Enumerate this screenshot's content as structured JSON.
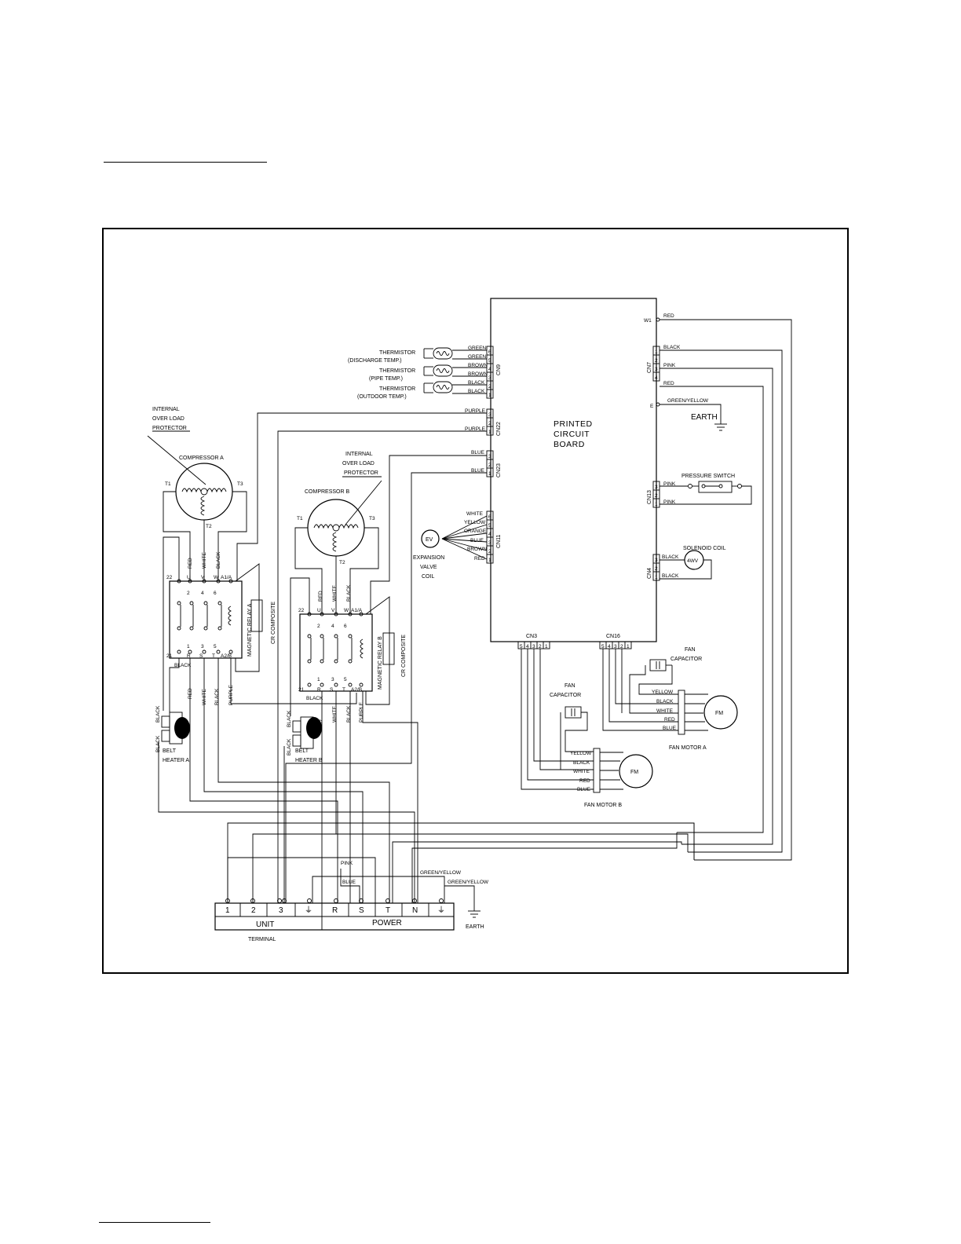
{
  "pcb": {
    "label_lines": [
      "PRINTED",
      "CIRCUIT",
      "BOARD"
    ],
    "connectors": {
      "cn9": "CN9",
      "cn22": "CN22",
      "cn23": "CN23",
      "cn11": "CN11",
      "cn7": "CN7",
      "cn13": "CN13",
      "cn4": "CN4",
      "cn3": "CN3",
      "cn16": "CN16",
      "w1": "W1",
      "e": "E"
    }
  },
  "thermistors": [
    {
      "line1": "THERMISTOR",
      "line2": "(DISCHARGE TEMP.)",
      "wires": [
        "GREEN",
        "GREEN"
      ],
      "pins": [
        "6",
        "5"
      ]
    },
    {
      "line1": "THERMISTOR",
      "line2": "(PIPE TEMP.)",
      "wires": [
        "BROWN",
        "BROWN"
      ],
      "pins": [
        "4",
        "3"
      ]
    },
    {
      "line1": "THERMISTOR",
      "line2": "(OUTDOOR TEMP.)",
      "wires": [
        "BLACK",
        "BLACK"
      ],
      "pins": [
        "2",
        "1"
      ]
    }
  ],
  "cn22_wires": [
    "PURPLE",
    "PURPLE"
  ],
  "cn23_wires": [
    "BLUE",
    "BLUE"
  ],
  "cn11_wires": [
    "WHITE",
    "YELLOW",
    "ORANGE",
    "BLUE",
    "BROWN",
    "RED"
  ],
  "expansion_valve": {
    "symbol": "EV",
    "lines": [
      "EXPANSION",
      "VALVE",
      "COIL"
    ]
  },
  "right_side": {
    "w1_wire": "RED",
    "cn7_wires": [
      "BLACK",
      "PINK",
      "RED"
    ],
    "earth_wire": "GREEN/YELLOW",
    "earth_label": "EARTH",
    "pressure_switch": "PRESSURE SWITCH",
    "cn13_wires": [
      "PINK",
      "PINK"
    ],
    "solenoid": "SOLENOID COIL",
    "solenoid_symbol": "4WV",
    "cn4_wires": [
      "BLACK",
      "BLACK"
    ]
  },
  "compressor_a": {
    "title": "COMPRESSOR A",
    "protector": [
      "INTERNAL",
      "OVER LOAD",
      "PROTECTOR"
    ],
    "terminals": [
      "T1",
      "T2",
      "T3"
    ],
    "wires": [
      "RED",
      "WHITE",
      "BLACK"
    ],
    "relay": "MAGNETIC RELAY A",
    "composite": "CR COMPOSITE",
    "top_row": [
      "22",
      "U",
      "V",
      "W",
      "A1/A"
    ],
    "contacts_top": [
      "2",
      "4",
      "6"
    ],
    "contacts_bottom": [
      "1",
      "3",
      "5"
    ],
    "bottom_row": [
      "21",
      "R",
      "S",
      "T",
      "A2/B"
    ],
    "black_label": "BLACK",
    "lower_wires": [
      "RED",
      "WHITE",
      "BLACK",
      "PURPLE"
    ]
  },
  "compressor_b": {
    "title": "COMPRESSOR B",
    "protector": [
      "INTERNAL",
      "OVER LOAD",
      "PROTECTOR"
    ],
    "terminals": [
      "T1",
      "T2",
      "T3"
    ],
    "wires": [
      "RED",
      "WHITE",
      "BLACK"
    ],
    "relay": "MAGNETIC RELAY B",
    "composite": "CR COMPOSITE",
    "top_row": [
      "22",
      "U",
      "V",
      "W",
      "A1/A"
    ],
    "contacts_top": [
      "2",
      "4",
      "6"
    ],
    "contacts_bottom": [
      "1",
      "3",
      "5"
    ],
    "bottom_row": [
      "21",
      "R",
      "S",
      "T",
      "A2/B"
    ],
    "black_label": "BLACK",
    "lower_wires": [
      "RED",
      "WHITE",
      "BLACK",
      "PURPLE"
    ]
  },
  "belt_heater_a": {
    "lines": [
      "BELT",
      "HEATER A"
    ],
    "wires": [
      "BLACK",
      "BLACK"
    ]
  },
  "belt_heater_b": {
    "lines": [
      "BELT",
      "HEATER B"
    ],
    "wires": [
      "BLACK",
      "BLACK"
    ]
  },
  "fan_a": {
    "capacitor": [
      "FAN",
      "CAPACITOR"
    ],
    "wires": [
      "YELLOW",
      "BLACK",
      "WHITE",
      "RED",
      "BLUE"
    ],
    "motor": "FM",
    "label": "FAN MOTOR A",
    "pins": [
      "5",
      "4",
      "3",
      "2",
      "1"
    ]
  },
  "fan_b": {
    "capacitor": [
      "FAN",
      "CAPACITOR"
    ],
    "wires": [
      "YELLOW",
      "BLACK",
      "WHITE",
      "RED",
      "BLUE"
    ],
    "motor": "FM",
    "label": "FAN MOTOR B",
    "pins": [
      "5",
      "4",
      "3",
      "2",
      "1"
    ]
  },
  "terminal": {
    "cells": [
      "1",
      "2",
      "3",
      "⏚",
      "R",
      "S",
      "T",
      "N",
      "⏚"
    ],
    "unit_label": "UNIT",
    "power_label": "POWER",
    "caption": "TERMINAL",
    "pink_label": "PINK",
    "blue_label": "BLUE",
    "gy1": "GREEN/YELLOW",
    "gy2": "GREEN/YELLOW",
    "earth": "EARTH"
  }
}
